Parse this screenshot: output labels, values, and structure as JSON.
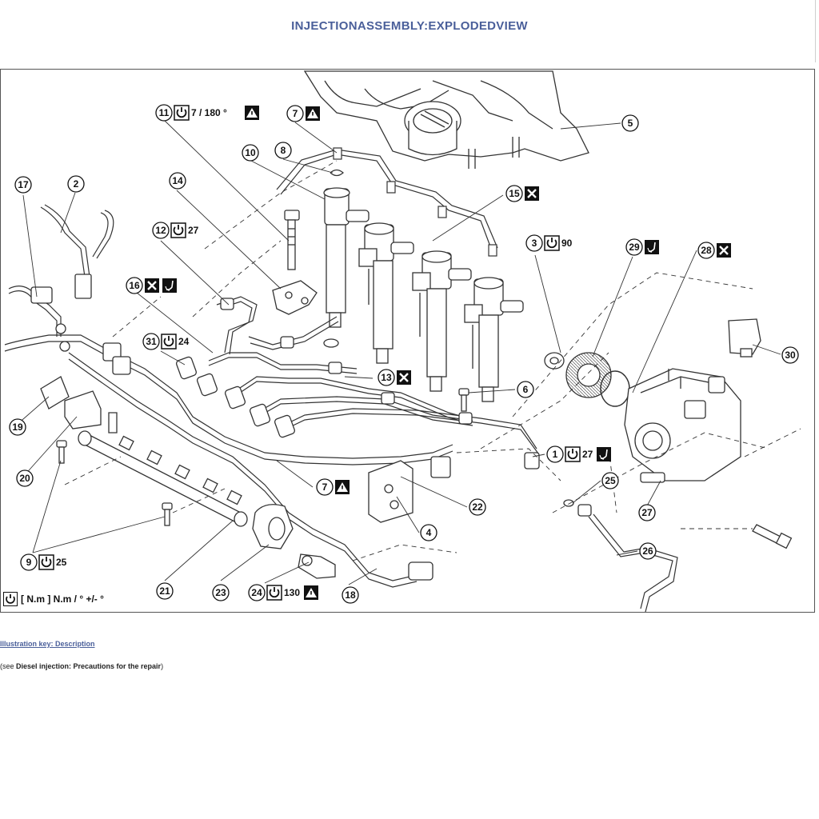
{
  "title": "INJECTIONASSEMBLY:EXPLODEDVIEW",
  "key_link": "Illustration key: Description",
  "note": {
    "prefix": "(see ",
    "bold": "Diesel injection: Precautions for the repair",
    "suffix": ")"
  },
  "legend_text": "[ N.m ] N.m / ° +/- °",
  "callouts": [
    {
      "num": "11",
      "torque": "7 / 180 °",
      "warn": true
    },
    {
      "num": "7",
      "warn": true
    },
    {
      "num": "5"
    },
    {
      "num": "10"
    },
    {
      "num": "8"
    },
    {
      "num": "17"
    },
    {
      "num": "2"
    },
    {
      "num": "14"
    },
    {
      "num": "15",
      "replace": true
    },
    {
      "num": "12",
      "torque": "27"
    },
    {
      "num": "3",
      "torque": "90"
    },
    {
      "num": "29",
      "lube": true
    },
    {
      "num": "28",
      "replace": true
    },
    {
      "num": "16",
      "replace": true,
      "lube": true
    },
    {
      "num": "31",
      "torque": "24"
    },
    {
      "num": "30"
    },
    {
      "num": "13",
      "replace": true
    },
    {
      "num": "6"
    },
    {
      "num": "19"
    },
    {
      "num": "1",
      "torque": "27",
      "lube": true
    },
    {
      "num": "20"
    },
    {
      "num": "25"
    },
    {
      "num": "7",
      "warn": true
    },
    {
      "num": "22"
    },
    {
      "num": "27"
    },
    {
      "num": "4"
    },
    {
      "num": "26"
    },
    {
      "num": "9",
      "torque": "25"
    },
    {
      "num": "21"
    },
    {
      "num": "23"
    },
    {
      "num": "24",
      "torque": "130",
      "warn": true
    },
    {
      "num": "18"
    }
  ]
}
